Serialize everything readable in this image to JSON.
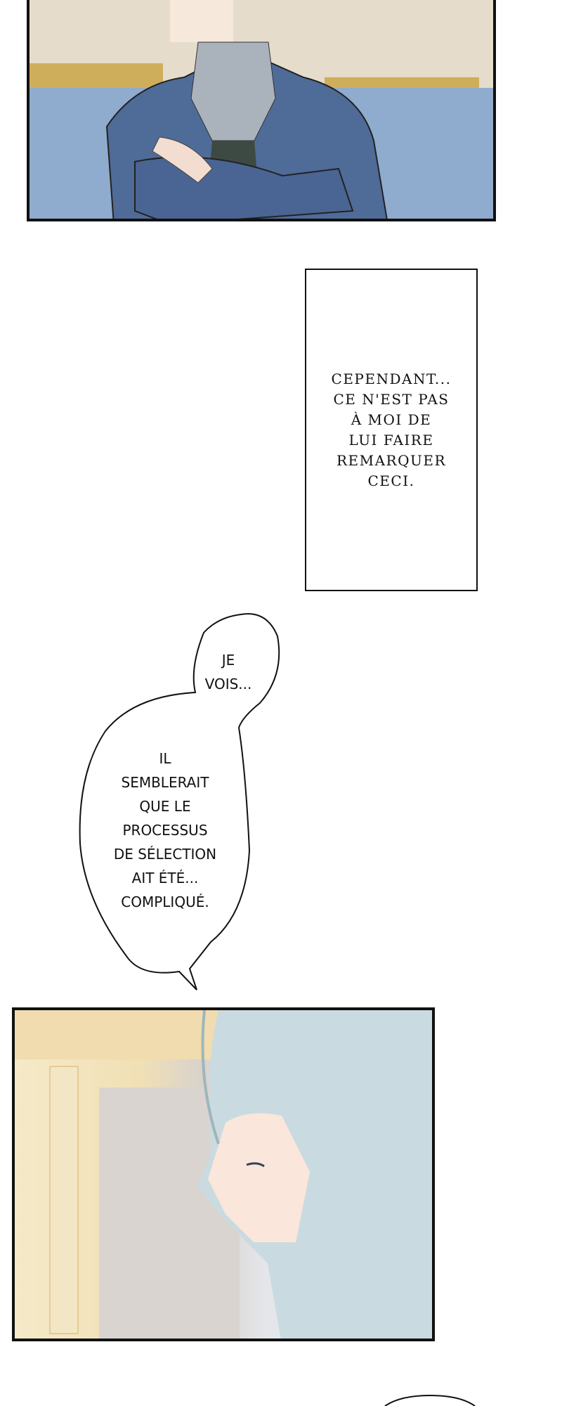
{
  "caption": {
    "text": "CEPENDANT...\nCE N'EST PAS\nÀ MOI DE\nLUI FAIRE\nREMARQUER\nCECI."
  },
  "bubble": {
    "line1": "JE\nVOIS...",
    "line2": "IL\nSEMBLERAIT\nQUE LE\nPROCESSUS\nDE SÉLECTION\nAIT ÉTÉ...\nCOMPLIQUÉ."
  },
  "colors": {
    "border": "#111111",
    "suit": "#4f6b98",
    "sofa": "#8aa6c9",
    "gold": "#c9a23e",
    "hair": "#c9dbe0"
  }
}
